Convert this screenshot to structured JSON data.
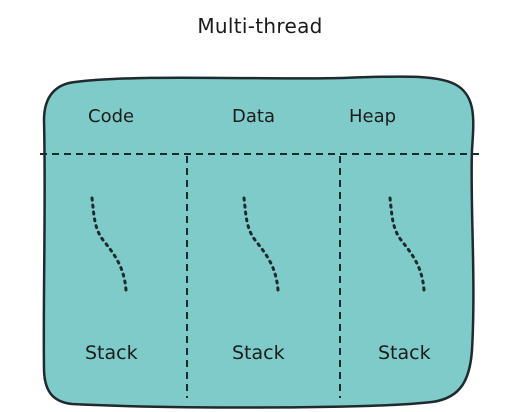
{
  "title": "Multi-thread",
  "shared": {
    "code_label": "Code",
    "data_label": "Data",
    "heap_label": "Heap"
  },
  "threads": [
    {
      "stack_label": "Stack"
    },
    {
      "stack_label": "Stack"
    },
    {
      "stack_label": "Stack"
    }
  ],
  "colors": {
    "process_fill": "#7ecbc9",
    "outline": "#1f2a2e",
    "text": "#1c1c1c"
  },
  "icons": [
    "thread-squiggle-icon",
    "thread-squiggle-icon",
    "thread-squiggle-icon"
  ]
}
